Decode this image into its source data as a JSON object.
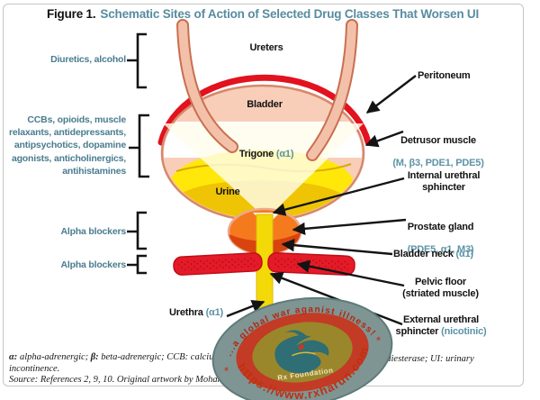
{
  "title": {
    "prefix": "Figure 1.",
    "text": "Schematic Sites of Action of Selected Drug Classes That Worsen UI"
  },
  "left_labels": [
    {
      "text": "Diuretics, alcohol"
    },
    {
      "text": "CCBs, opioids, muscle\nrelaxants, antidepressants,\nantipsychotics, dopamine\nagonists, anticholinergics,\nantihistamines"
    },
    {
      "text": "Alpha blockers"
    },
    {
      "text": "Alpha blockers"
    }
  ],
  "anatomy": {
    "ureters": "Ureters",
    "bladder": "Bladder",
    "trigone": "Trigone",
    "trigone_receptor": "(α1)",
    "urine": "Urine",
    "urethra": "Urethra",
    "urethra_receptor": "(α1)"
  },
  "right_labels": [
    {
      "name": "Peritoneum"
    },
    {
      "name": "Detrusor muscle",
      "receptor": "(M, β3, PDE1, PDE5)"
    },
    {
      "name": "Internal urethral\nsphincter"
    },
    {
      "name": "Prostate gland",
      "receptor": "(PDE5, α1, M3)"
    },
    {
      "name": "Bladder neck",
      "receptor": "(α1)"
    },
    {
      "name": "Pelvic floor\n(striated muscle)"
    },
    {
      "name_line1": "External urethral",
      "name_line2": "sphincter",
      "receptor": "(nicotinic)"
    }
  ],
  "stamp": {
    "top_text": "...a global war aganist illness!",
    "bottom_text": "https://www.rxharun.com",
    "foundation": "Rx Foundation",
    "star_glyph": "✶"
  },
  "footnote": {
    "alpha_sym": "α:",
    "alpha_text": " alpha-adrenergic; ",
    "beta_sym": "β:",
    "beta_text": " beta-adrenergic; CCB: calcium",
    "line1_right": "odiesterase; UI: urinary",
    "line2": "incontinence.",
    "line3": "Source: References 2, 9, 10. Original artwork by Mohamm"
  },
  "colors": {
    "title_teal": "#578CA0",
    "label_teal": "#497C8F",
    "receptor_teal": "#5D93A6",
    "label_black": "#121212",
    "bladder_pink": "#F8CEB9",
    "bladder_outline": "#D6886B",
    "peritoneum_red": "#E2121E",
    "urine_yellow": "#FFE70A",
    "prostate_orange": "#F57A1E",
    "muscle_red": "#E51A28",
    "urethra_yellow": "#F3D908",
    "stamp_slate": "#7E9594",
    "stamp_red": "#C33A25",
    "stamp_olive": "#9A872C"
  }
}
